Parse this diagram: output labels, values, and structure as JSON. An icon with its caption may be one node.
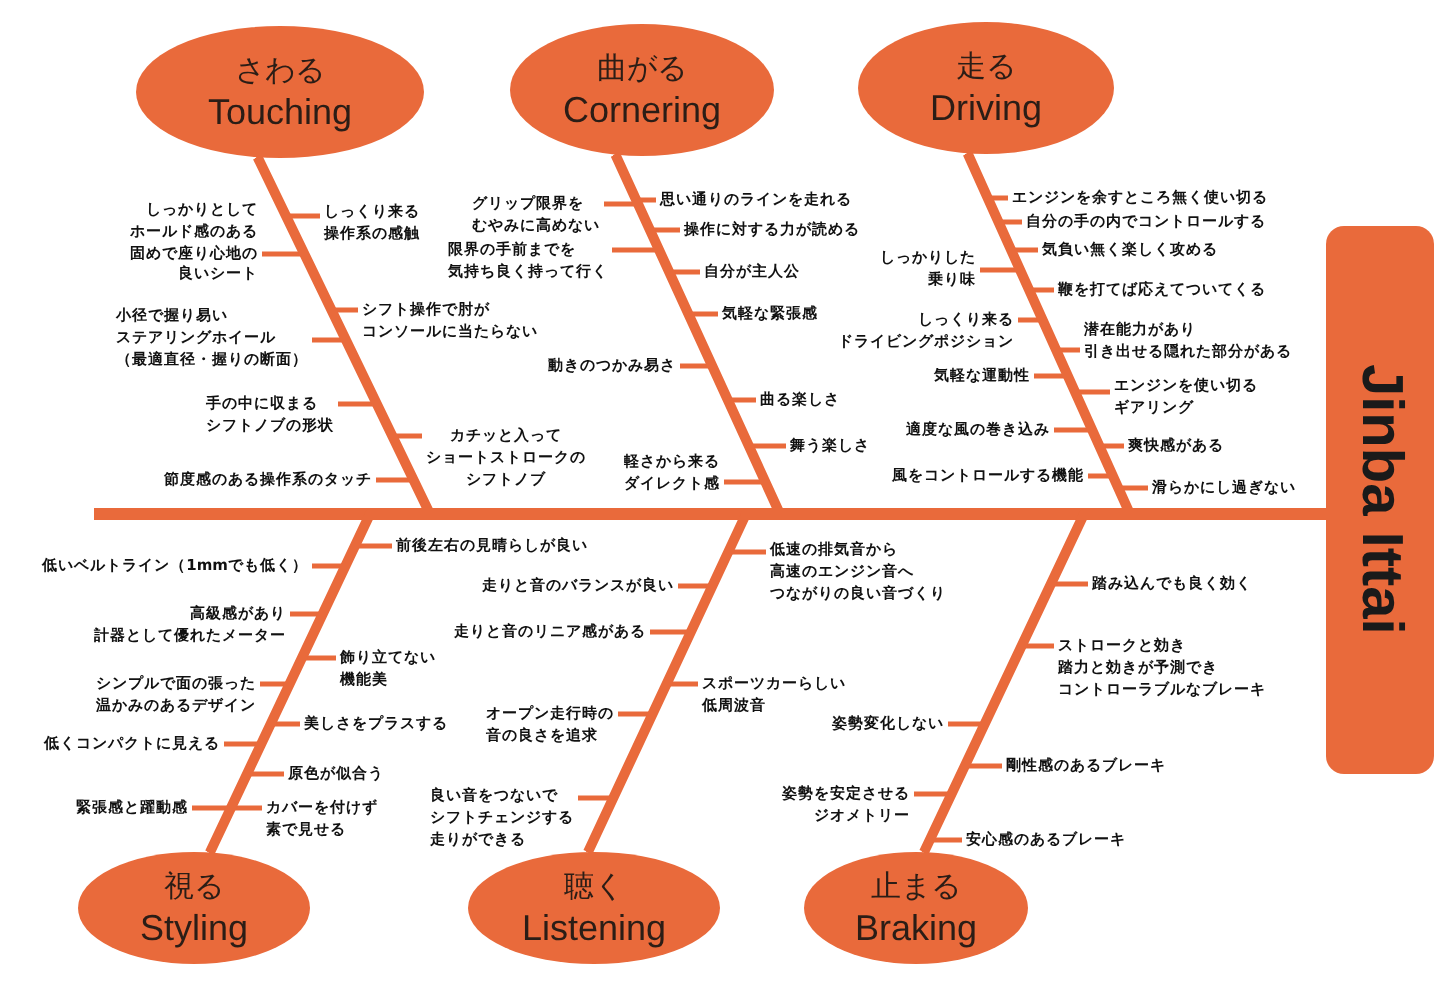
{
  "diagram": {
    "nodes": [
      {
        "text": [
          "さわる",
          "Touching"
        ]
      },
      {
        "text": [
          "しっくり来る操作系の感触"
        ]
      },
      {
        "text": [
          "しっかりとしてホールド感のある固めで座り心地の良いシート"
        ]
      },
      {
        "text": [
          "シフト操作で肘がコンソールに当たらない"
        ]
      },
      {
        "text": [
          "小径で握り易いステアリングホイール（最適直径・握りの断面）"
        ]
      },
      {
        "text": [
          "手の中に収まるシフトノブの形状"
        ]
      },
      {
        "text": [
          "カチッと入ってショートストロークのシフトノブ"
        ]
      },
      {
        "text": [
          "節度感のある操作系のタッチ"
        ]
      },
      {
        "text": [
          "曲がる",
          "Cornering"
        ]
      },
      {
        "text": [
          "思い通りのラインを走れる"
        ]
      },
      {
        "text": [
          "グリップ限界をむやみに高めない"
        ]
      },
      {
        "text": [
          "操作に対する力が読める"
        ]
      },
      {
        "text": [
          "限界の手前までを気持ち良く持って行く"
        ]
      },
      {
        "text": [
          "自分が主人公"
        ]
      },
      {
        "text": [
          "気軽な緊張感"
        ]
      },
      {
        "text": [
          "動きのつかみ易さ"
        ]
      },
      {
        "text": [
          "曲る楽しさ"
        ]
      },
      {
        "text": [
          "舞う楽しさ"
        ]
      },
      {
        "text": [
          "軽さから来るダイレクト感"
        ]
      },
      {
        "text": [
          "走る",
          "Driving"
        ]
      },
      {
        "text": [
          "エンジンを余すところ無く使い切る"
        ]
      },
      {
        "text": [
          "自分の手の内でコントロールする"
        ]
      },
      {
        "text": [
          "気負い無く楽しく攻める"
        ]
      },
      {
        "text": [
          "しっかりした乗り味"
        ]
      },
      {
        "text": [
          "鞭を打てば応えてついてくる"
        ]
      },
      {
        "text": [
          "しっくり来るドライビングポジション"
        ]
      },
      {
        "text": [
          "潜在能力があり引き出せる隠れた部分がある"
        ]
      },
      {
        "text": [
          "気軽な運動性"
        ]
      },
      {
        "text": [
          "エンジンを使い切るギアリング"
        ]
      },
      {
        "text": [
          "適度な風の巻き込み"
        ]
      },
      {
        "text": [
          "爽快感がある"
        ]
      },
      {
        "text": [
          "風をコントロールする機能"
        ]
      },
      {
        "text": [
          "滑らかにし過ぎない"
        ]
      },
      {
        "text": [
          "視る",
          "Styling"
        ]
      },
      {
        "text": [
          "前後左右の見晴らしが良い"
        ]
      },
      {
        "text": [
          "低いベルトライン（1mmでも低く）"
        ]
      },
      {
        "text": [
          "高級感があり計器として優れたメーター"
        ]
      },
      {
        "text": [
          "飾り立てない機能美"
        ]
      },
      {
        "text": [
          "シンプルで面の張った温かみのあるデザイン"
        ]
      },
      {
        "text": [
          "美しさをプラスする"
        ]
      },
      {
        "text": [
          "低くコンパクトに見える"
        ]
      },
      {
        "text": [
          "原色が似合う"
        ]
      },
      {
        "text": [
          "カバーを付けず素で見せる"
        ]
      },
      {
        "text": [
          "緊張感と躍動感"
        ]
      },
      {
        "text": [
          "聴く",
          "Listening"
        ]
      },
      {
        "text": [
          "低速の排気音から高速のエンジン音へつながりの良い音づくり"
        ]
      },
      {
        "text": [
          "走りと音のバランスが良い"
        ]
      },
      {
        "text": [
          "走りと音のリニア感がある"
        ]
      },
      {
        "text": [
          "スポーツカーらしい低周波音"
        ]
      },
      {
        "text": [
          "オープン走行時の音の良さを追求"
        ]
      },
      {
        "text": [
          "良い音をつないでシフトチェンジする走りができる"
        ]
      },
      {
        "text": [
          "止まる",
          "Braking"
        ]
      },
      {
        "text": [
          "踏み込んでも良く効く"
        ]
      },
      {
        "text": [
          "ストロークと効き踏力と効きが予測できコントローラブルなブレーキ"
        ]
      },
      {
        "text": [
          "姿勢変化しない"
        ]
      },
      {
        "text": [
          "剛性感のあるブレーキ"
        ]
      },
      {
        "text": [
          "姿勢を安定させるジオメトリー"
        ]
      },
      {
        "text": [
          "安心感のあるブレーキ"
        ]
      },
      {
        "text": [
          "Jinba Ittai"
        ]
      }
    ],
    "edges": [
      {
        "from": 1,
        "to": 0,
        "arrow": "none"
      },
      {
        "from": 2,
        "to": 0,
        "arrow": "none"
      },
      {
        "from": 3,
        "to": 0,
        "arrow": "none"
      },
      {
        "from": 4,
        "to": 0,
        "arrow": "none"
      },
      {
        "from": 5,
        "to": 0,
        "arrow": "none"
      },
      {
        "from": 6,
        "to": 0,
        "arrow": "none"
      },
      {
        "from": 7,
        "to": 0,
        "arrow": "none"
      },
      {
        "from": 0,
        "to": 58,
        "arrow": "none",
        "style": "thick"
      },
      {
        "from": 9,
        "to": 8,
        "arrow": "none"
      },
      {
        "from": 10,
        "to": 8,
        "arrow": "none"
      },
      {
        "from": 11,
        "to": 8,
        "arrow": "none"
      },
      {
        "from": 12,
        "to": 8,
        "arrow": "none"
      },
      {
        "from": 13,
        "to": 8,
        "arrow": "none"
      },
      {
        "from": 14,
        "to": 8,
        "arrow": "none"
      },
      {
        "from": 15,
        "to": 8,
        "arrow": "none"
      },
      {
        "from": 16,
        "to": 8,
        "arrow": "none"
      },
      {
        "from": 17,
        "to": 8,
        "arrow": "none"
      },
      {
        "from": 18,
        "to": 8,
        "arrow": "none"
      },
      {
        "from": 8,
        "to": 58,
        "arrow": "none",
        "style": "thick"
      },
      {
        "from": 20,
        "to": 19,
        "arrow": "none"
      },
      {
        "from": 21,
        "to": 19,
        "arrow": "none"
      },
      {
        "from": 22,
        "to": 19,
        "arrow": "none"
      },
      {
        "from": 23,
        "to": 19,
        "arrow": "none"
      },
      {
        "from": 24,
        "to": 19,
        "arrow": "none"
      },
      {
        "from": 25,
        "to": 19,
        "arrow": "none"
      },
      {
        "from": 26,
        "to": 19,
        "arrow": "none"
      },
      {
        "from": 27,
        "to": 19,
        "arrow": "none"
      },
      {
        "from": 28,
        "to": 19,
        "arrow": "none"
      },
      {
        "from": 29,
        "to": 19,
        "arrow": "none"
      },
      {
        "from": 30,
        "to": 19,
        "arrow": "none"
      },
      {
        "from": 31,
        "to": 19,
        "arrow": "none"
      },
      {
        "from": 32,
        "to": 19,
        "arrow": "none"
      },
      {
        "from": 19,
        "to": 58,
        "arrow": "none",
        "style": "thick"
      },
      {
        "from": 34,
        "to": 33,
        "arrow": "none"
      },
      {
        "from": 35,
        "to": 33,
        "arrow": "none"
      },
      {
        "from": 36,
        "to": 33,
        "arrow": "none"
      },
      {
        "from": 37,
        "to": 33,
        "arrow": "none"
      },
      {
        "from": 38,
        "to": 33,
        "arrow": "none"
      },
      {
        "from": 39,
        "to": 33,
        "arrow": "none"
      },
      {
        "from": 40,
        "to": 33,
        "arrow": "none"
      },
      {
        "from": 41,
        "to": 33,
        "arrow": "none"
      },
      {
        "from": 42,
        "to": 33,
        "arrow": "none"
      },
      {
        "from": 43,
        "to": 33,
        "arrow": "none"
      },
      {
        "from": 33,
        "to": 58,
        "arrow": "none",
        "style": "thick"
      },
      {
        "from": 45,
        "to": 44,
        "arrow": "none"
      },
      {
        "from": 46,
        "to": 44,
        "arrow": "none"
      },
      {
        "from": 47,
        "to": 44,
        "arrow": "none"
      },
      {
        "from": 48,
        "to": 44,
        "arrow": "none"
      },
      {
        "from": 49,
        "to": 44,
        "arrow": "none"
      },
      {
        "from": 50,
        "to": 44,
        "arrow": "none"
      },
      {
        "from": 44,
        "to": 58,
        "arrow": "none",
        "style": "thick"
      },
      {
        "from": 52,
        "to": 51,
        "arrow": "none"
      },
      {
        "from": 53,
        "to": 51,
        "arrow": "none"
      },
      {
        "from": 54,
        "to": 51,
        "arrow": "none"
      },
      {
        "from": 55,
        "to": 51,
        "arrow": "none"
      },
      {
        "from": 56,
        "to": 51,
        "arrow": "none"
      },
      {
        "from": 57,
        "to": 51,
        "arrow": "none"
      },
      {
        "from": 51,
        "to": 58,
        "arrow": "none",
        "style": "thick"
      }
    ]
  }
}
